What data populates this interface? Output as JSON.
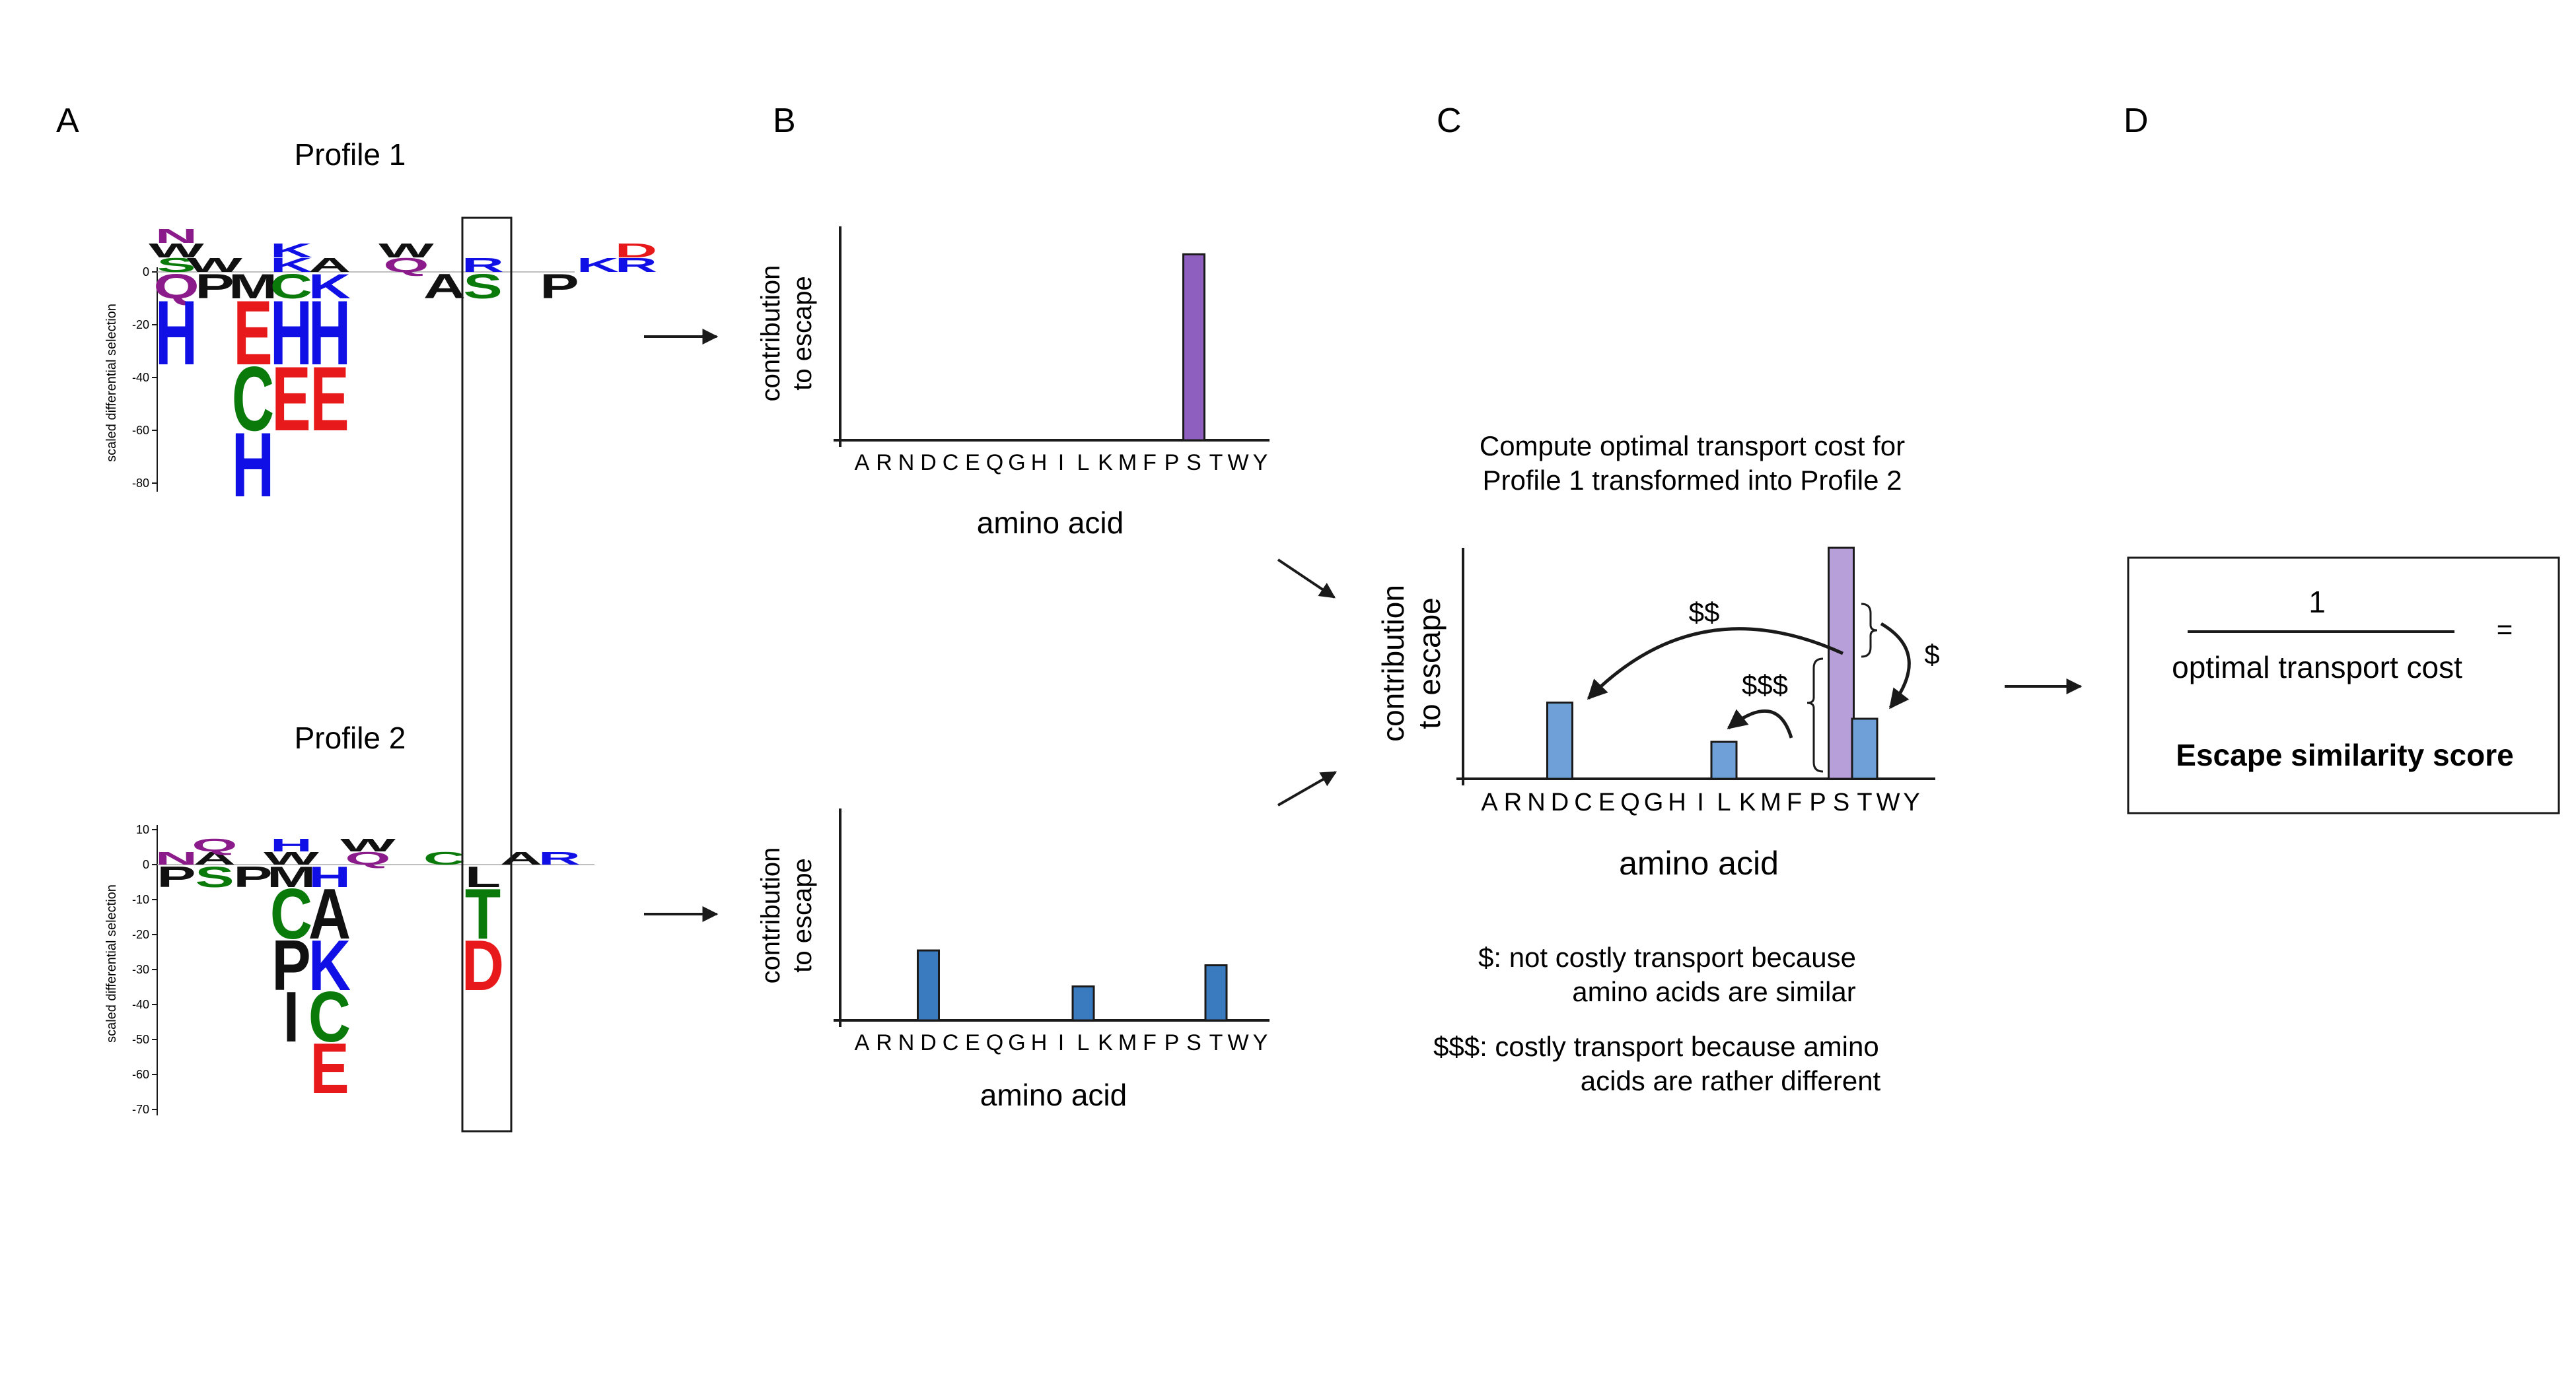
{
  "panels": {
    "a": "A",
    "b": "B",
    "c": "C",
    "d": "D"
  },
  "colors": {
    "red": "#e8191b",
    "green": "#0a7a0a",
    "blue": "#1010e6",
    "black": "#111111",
    "purple": "#8b1a8b",
    "bar_blue": "#3a7bc0",
    "bar_purple": "#8e5fbf",
    "bar_light_blue": "#6fa0d8",
    "bar_light_purple": "#b79fd9"
  },
  "panel_a": {
    "profile1": {
      "title": "Profile 1",
      "ylabel": "scaled differential selection",
      "ticks": [
        "0",
        "-20",
        "-40",
        "-60",
        "-80"
      ],
      "above": [
        {
          "col": 0,
          "stack": [
            "S",
            "W",
            "N"
          ]
        },
        {
          "col": 1,
          "stack": [
            "W"
          ]
        },
        {
          "col": 3,
          "stack": [
            "K",
            "K"
          ]
        },
        {
          "col": 4,
          "stack": [
            "A"
          ]
        },
        {
          "col": 6,
          "stack": [
            "Q",
            "W"
          ]
        },
        {
          "col": 8,
          "stack": [
            "R"
          ]
        },
        {
          "col": 11,
          "stack": [
            "K"
          ]
        },
        {
          "col": 12,
          "stack": [
            "R",
            "D"
          ]
        }
      ],
      "below": [
        {
          "col": 0,
          "stack": [
            "Q",
            "H"
          ]
        },
        {
          "col": 1,
          "stack": [
            "P"
          ]
        },
        {
          "col": 2,
          "stack": [
            "M",
            "E",
            "C",
            "H"
          ]
        },
        {
          "col": 3,
          "stack": [
            "C",
            "H",
            "E"
          ]
        },
        {
          "col": 4,
          "stack": [
            "K",
            "H",
            "E"
          ]
        },
        {
          "col": 7,
          "stack": [
            "A"
          ]
        },
        {
          "col": 8,
          "stack": [
            "S"
          ]
        },
        {
          "col": 10,
          "stack": [
            "P"
          ]
        }
      ]
    },
    "profile2": {
      "title": "Profile 2",
      "ylabel": "scaled differential selection",
      "ticks": [
        "10",
        "0",
        "-10",
        "-20",
        "-30",
        "-40",
        "-50",
        "-60",
        "-70"
      ],
      "above": [
        {
          "col": 0,
          "stack": [
            "N"
          ]
        },
        {
          "col": 1,
          "stack": [
            "A",
            "Q"
          ]
        },
        {
          "col": 3,
          "stack": [
            "W",
            "H"
          ]
        },
        {
          "col": 5,
          "stack": [
            "Q",
            "W"
          ]
        },
        {
          "col": 7,
          "stack": [
            "C"
          ]
        },
        {
          "col": 9,
          "stack": [
            "A"
          ]
        },
        {
          "col": 10,
          "stack": [
            "R"
          ]
        }
      ],
      "below": [
        {
          "col": 0,
          "stack": [
            "P"
          ]
        },
        {
          "col": 1,
          "stack": [
            "S"
          ]
        },
        {
          "col": 2,
          "stack": [
            "P"
          ]
        },
        {
          "col": 3,
          "stack": [
            "M",
            "C",
            "P",
            "I"
          ]
        },
        {
          "col": 4,
          "stack": [
            "H",
            "A",
            "K",
            "C",
            "E"
          ]
        },
        {
          "col": 8,
          "stack": [
            "L",
            "T",
            "D"
          ]
        }
      ]
    }
  },
  "panel_b": {
    "ylabel_line1": "contribution",
    "ylabel_line2": "to escape",
    "xlabel": "amino acid",
    "categories": [
      "A",
      "R",
      "N",
      "D",
      "C",
      "E",
      "Q",
      "G",
      "H",
      "I",
      "L",
      "K",
      "M",
      "F",
      "P",
      "S",
      "T",
      "W",
      "Y"
    ]
  },
  "panel_c": {
    "title_line1": "Compute optimal transport cost for",
    "title_line2": "Profile 1 transformed into Profile 2",
    "ylabel_line1": "contribution",
    "ylabel_line2": "to escape",
    "xlabel": "amino acid",
    "cost_labels": {
      "d": "$$",
      "l": "$$$",
      "t": "$"
    },
    "note1_line1": "$:  not costly transport because",
    "note1_line2": "amino acids are similar",
    "note2_line1": "$$$:  costly transport because amino",
    "note2_line2": "acids are rather different"
  },
  "panel_d": {
    "numerator": "1",
    "denominator": "optimal transport cost",
    "equals": "=",
    "result": "Escape similarity score"
  },
  "chart_data": [
    {
      "type": "bar",
      "categories": [
        "A",
        "R",
        "N",
        "D",
        "C",
        "E",
        "Q",
        "G",
        "H",
        "I",
        "L",
        "K",
        "M",
        "F",
        "P",
        "S",
        "T",
        "W",
        "Y"
      ],
      "series": [
        {
          "values": [
            0,
            0,
            0,
            0,
            0,
            0,
            0,
            0,
            0,
            0,
            0,
            0,
            0,
            0,
            0,
            1.0,
            0,
            0,
            0
          ]
        }
      ],
      "xlabel": "amino acid",
      "ylabel": "contribution to escape",
      "ylim": [
        0,
        1.15
      ]
    },
    {
      "type": "bar",
      "categories": [
        "A",
        "R",
        "N",
        "D",
        "C",
        "E",
        "Q",
        "G",
        "H",
        "I",
        "L",
        "K",
        "M",
        "F",
        "P",
        "S",
        "T",
        "W",
        "Y"
      ],
      "series": [
        {
          "values": [
            0,
            0,
            0,
            0.33,
            0,
            0,
            0,
            0,
            0,
            0,
            0.16,
            0,
            0,
            0,
            0,
            0,
            0.26,
            0,
            0
          ]
        }
      ],
      "xlabel": "amino acid",
      "ylabel": "contribution to escape",
      "ylim": [
        0,
        1.0
      ]
    },
    {
      "type": "bar",
      "categories": [
        "A",
        "R",
        "N",
        "D",
        "C",
        "E",
        "Q",
        "G",
        "H",
        "I",
        "L",
        "K",
        "M",
        "F",
        "P",
        "S",
        "T",
        "W",
        "Y"
      ],
      "series": [
        {
          "values": [
            0,
            0,
            0,
            0,
            0,
            0,
            0,
            0,
            0,
            0,
            0,
            0,
            0,
            0,
            0,
            1.0,
            0,
            0,
            0
          ]
        },
        {
          "values": [
            0,
            0,
            0,
            0.33,
            0,
            0,
            0,
            0,
            0,
            0,
            0.16,
            0,
            0,
            0,
            0,
            0,
            0.26,
            0,
            0
          ]
        }
      ],
      "xlabel": "amino acid",
      "ylabel": "contribution to escape",
      "ylim": [
        0,
        1.0
      ]
    }
  ]
}
